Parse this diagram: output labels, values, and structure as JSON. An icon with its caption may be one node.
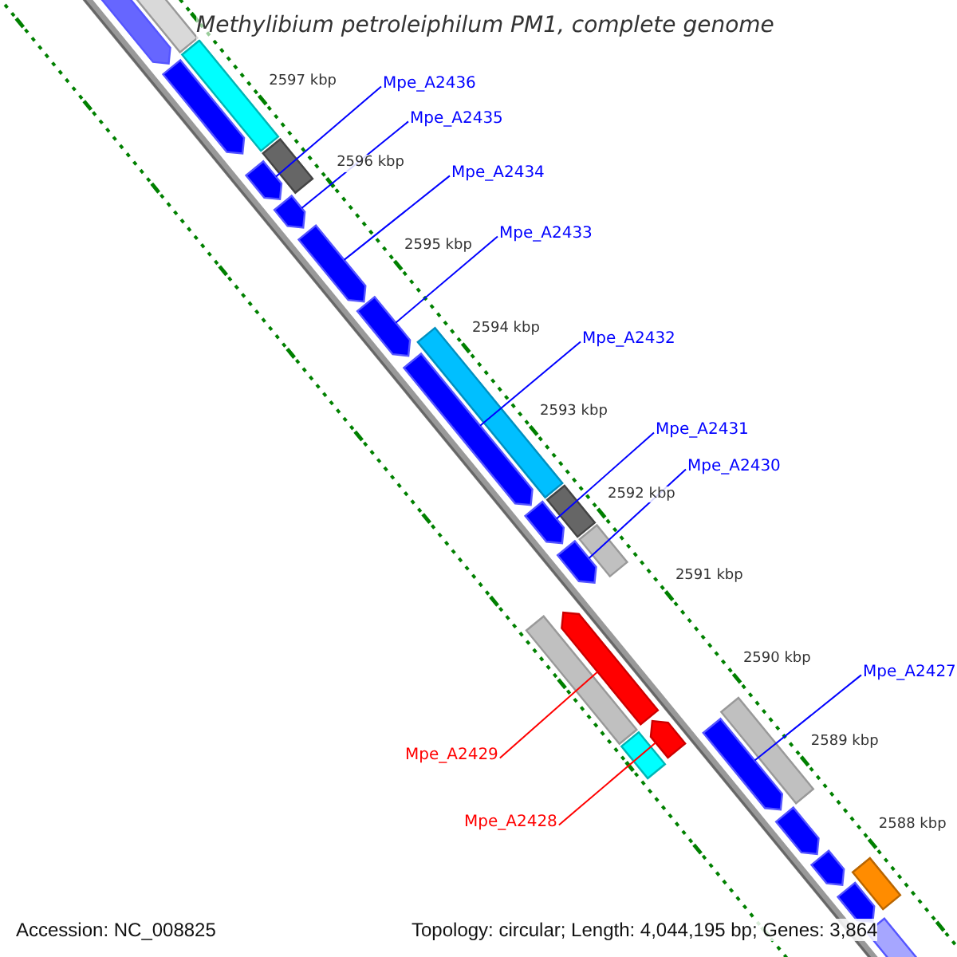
{
  "diagram": {
    "title": "Methylibium petroleiphilum PM1, complete genome",
    "nodes": [
      {
        "text": [
          "Mpe_A2436"
        ]
      },
      {
        "text": [
          "Mpe_A2435"
        ]
      },
      {
        "text": [
          "Mpe_A2434"
        ]
      },
      {
        "text": [
          "Mpe_A2433"
        ]
      },
      {
        "text": [
          "Mpe_A2432"
        ]
      },
      {
        "text": [
          "Mpe_A2431"
        ]
      },
      {
        "text": [
          "Mpe_A2430"
        ]
      },
      {
        "text": [
          "Mpe_A2427"
        ]
      },
      {
        "text": [
          "Mpe_A2429"
        ]
      },
      {
        "text": [
          "Mpe_A2428"
        ]
      },
      {
        "text": [],
        "shape": "arrow"
      },
      {
        "text": [],
        "shape": "box"
      },
      {
        "text": [],
        "shape": "box"
      },
      {
        "text": [],
        "shape": "arrow"
      },
      {
        "text": [],
        "shape": "box"
      },
      {
        "text": [],
        "shape": "arrow"
      },
      {
        "text": [],
        "shape": "arrow"
      },
      {
        "text": [],
        "shape": "arrow"
      },
      {
        "text": [],
        "shape": "arrow"
      },
      {
        "text": [],
        "shape": "box"
      },
      {
        "text": [],
        "shape": "arrow"
      },
      {
        "text": [],
        "shape": "arrow"
      },
      {
        "text": [],
        "shape": "box"
      },
      {
        "text": [],
        "shape": "arrow"
      },
      {
        "text": [],
        "shape": "box"
      },
      {
        "text": [],
        "shape": "box"
      },
      {
        "text": [],
        "shape": "arrow"
      },
      {
        "text": [],
        "shape": "box"
      },
      {
        "text": [],
        "shape": "arrow"
      },
      {
        "text": [],
        "shape": "box"
      },
      {
        "text": [],
        "shape": "arrow"
      },
      {
        "text": [],
        "shape": "arrow"
      },
      {
        "text": [],
        "shape": "arrow"
      },
      {
        "text": [],
        "shape": "box"
      },
      {
        "text": [],
        "shape": "arrow"
      },
      {
        "text": [],
        "shape": "arrow"
      }
    ],
    "edges": [
      {
        "from": 0,
        "to": 15,
        "arrow": "none"
      },
      {
        "from": 1,
        "to": 16,
        "arrow": "none"
      },
      {
        "from": 2,
        "to": 17,
        "arrow": "none"
      },
      {
        "from": 3,
        "to": 18,
        "arrow": "none"
      },
      {
        "from": 4,
        "to": 20,
        "arrow": "none"
      },
      {
        "from": 5,
        "to": 21,
        "arrow": "none"
      },
      {
        "from": 6,
        "to": 23,
        "arrow": "none"
      },
      {
        "from": 7,
        "to": 30,
        "arrow": "none"
      },
      {
        "from": 8,
        "to": 26,
        "arrow": "none",
        "color": "#ff0000"
      },
      {
        "from": 9,
        "to": 28,
        "arrow": "none",
        "color": "#ff0000"
      }
    ],
    "labels": [
      "2597 kbp",
      "2596 kbp",
      "2595 kbp",
      "2594 kbp",
      "2593 kbp",
      "2592 kbp",
      "2591 kbp",
      "2590 kbp",
      "2589 kbp",
      "2588 kbp",
      "Accession: NC_008825",
      "Topology: circular; Length: 4,044,195 bp; Genes: 3,864"
    ]
  }
}
